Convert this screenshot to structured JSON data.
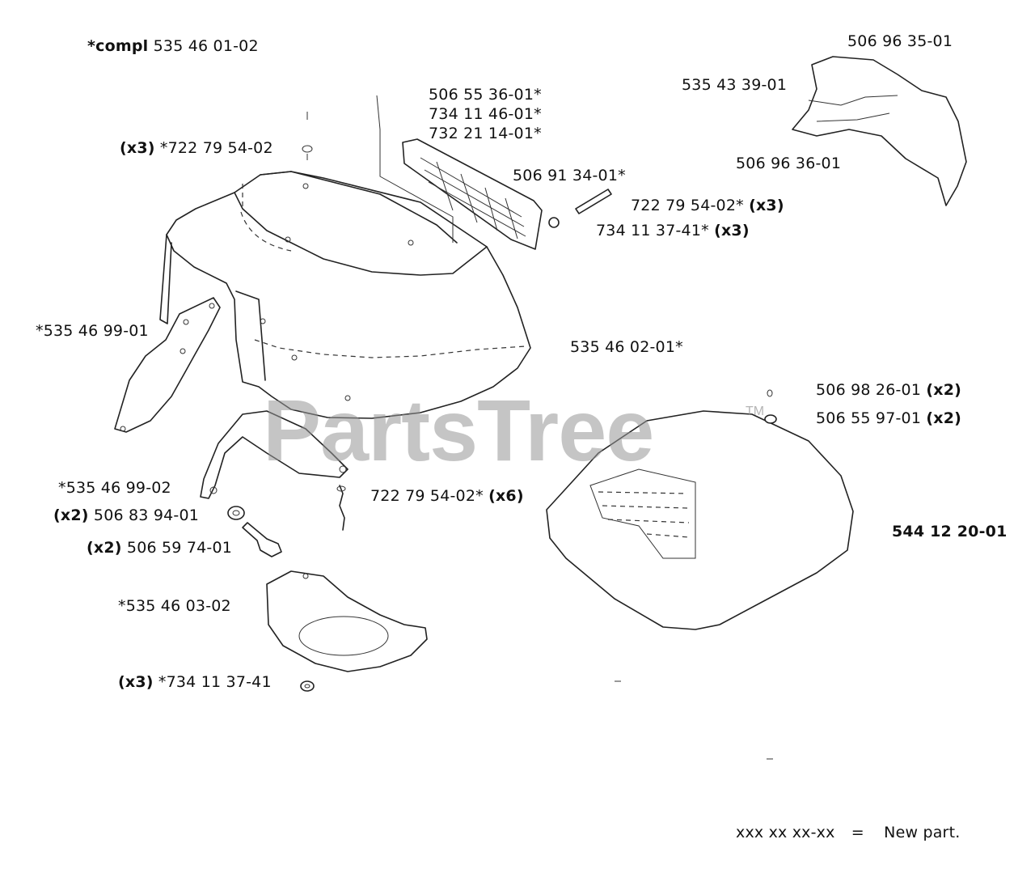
{
  "header_label": {
    "prefix": "*compl",
    "number": "535 46 01-02"
  },
  "labels": {
    "top_right_506_96_35": "506 96 35-01",
    "top_right_535_43_39": "535 43 39-01",
    "top_right_506_96_36": "506 96 36-01",
    "grille_506_55_36": "506 55 36-01*",
    "grille_734_11_46": "734 11 46-01*",
    "grille_732_21_14": "732 21 14-01*",
    "clip_506_91_34": "506 91 34-01*",
    "screw_722_79_54_a": "722 79 54-02*",
    "screw_722_79_54_a_qty": "(x3)",
    "washer_734_11_37_a": "734 11 37-41*",
    "washer_734_11_37_a_qty": "(x3)",
    "top_screw_qty": "(x3)",
    "top_screw_number": "*722 79 54-02",
    "bracket_535_46_99_01": "*535 46 99-01",
    "hood_535_46_02": "535 46 02-01*",
    "part_506_98_26": "506 98 26-01",
    "part_506_98_26_qty": "(x2)",
    "part_506_55_97": "506 55 97-01",
    "part_506_55_97_qty": "(x2)",
    "bracket_535_46_99_02": "*535 46 99-02",
    "spacer_qty": "(x2)",
    "spacer_number": "506 83 94-01",
    "bolt_qty": "(x2)",
    "bolt_number": "506 59 74-01",
    "screw_722_79_54_b": "722 79 54-02*",
    "screw_722_79_54_b_qty": "(x6)",
    "assembly_544_12_20": "544 12 20-01",
    "cup_535_46_03": "*535 46 03-02",
    "bottom_washer_qty": "(x3)",
    "bottom_washer_number": "*734 11 37-41"
  },
  "legend": {
    "pattern": "xxx xx xx-xx",
    "equals": "=",
    "meaning": "New part."
  },
  "watermark": {
    "text": "PartsTree",
    "tm": "TM"
  }
}
